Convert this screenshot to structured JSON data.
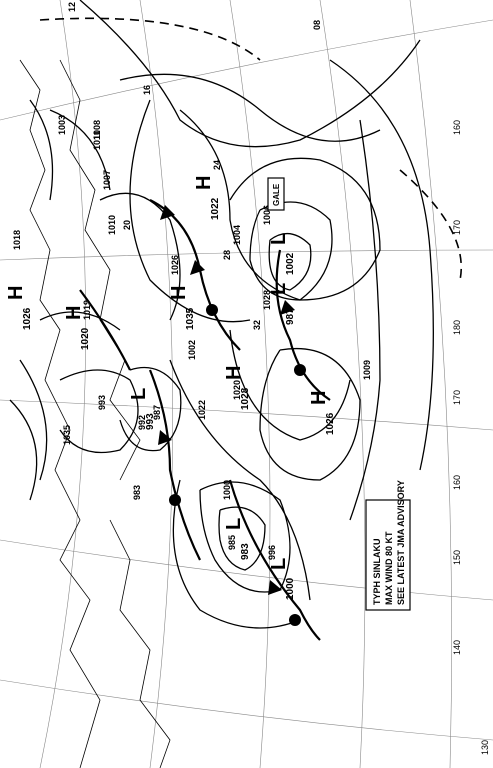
{
  "isobar_labels": [
    "12",
    "08",
    "16",
    "20",
    "24",
    "28",
    "32",
    "1002",
    "1004",
    "1006",
    "1008",
    "1010",
    "1018",
    "1019",
    "1020",
    "1022",
    "1026",
    "1028",
    "1035",
    "987",
    "992",
    "993",
    "996",
    "1000",
    "985",
    "983",
    "1011",
    "1003",
    "1007",
    "1009"
  ],
  "highs": [
    "H",
    "H",
    "H",
    "H",
    "H",
    "H"
  ],
  "lows": [
    "L",
    "L",
    "L",
    "L",
    "L"
  ],
  "high_values": [
    "1022",
    "1035",
    "1028",
    "1026",
    "1020",
    "1026"
  ],
  "low_values": [
    "1002",
    "987",
    "993",
    "1000",
    "983"
  ],
  "longitude_labels": [
    "160",
    "170",
    "180",
    "170",
    "160",
    "150",
    "140",
    "130"
  ],
  "gale_label": "GALE",
  "advisory": {
    "line1": "TYPH SINLAKU",
    "line2": "MAX WIND 80 KT",
    "line3": "SEE LATEST JMA ADVISORY"
  }
}
